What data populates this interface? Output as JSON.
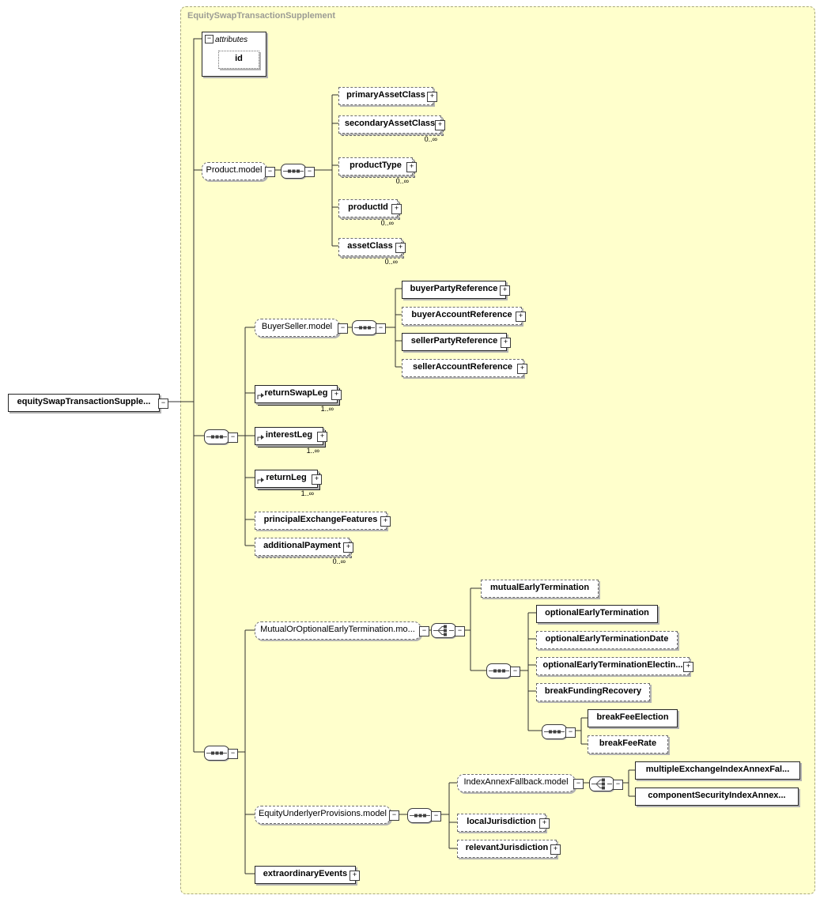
{
  "container": {
    "label": "EquitySwapTransactionSupplement"
  },
  "root": {
    "label": "equitySwapTransactionSupple..."
  },
  "attributes_group": {
    "label": "attributes",
    "id_attr": {
      "label": "id"
    }
  },
  "glyphs": {
    "expand": "+",
    "collapse": "−"
  },
  "occurs": {
    "zero_inf": "0..∞",
    "one_inf": "1..∞"
  },
  "colors": {
    "container_bg": "#ffffcc",
    "container_border": "#a9a97c",
    "wire": "#303030",
    "required_border": "#262626",
    "optional_border": "#6e6e6e",
    "shadow": "#b3b3b3"
  },
  "nodes": {
    "productModel": {
      "label": "Product.model"
    },
    "primaryAssetClass": {
      "label": "primaryAssetClass"
    },
    "secondaryAssetClass": {
      "label": "secondaryAssetClass"
    },
    "productType": {
      "label": "productType"
    },
    "productId": {
      "label": "productId"
    },
    "assetClass": {
      "label": "assetClass"
    },
    "buyerSellerModel": {
      "label": "BuyerSeller.model"
    },
    "buyerPartyReference": {
      "label": "buyerPartyReference"
    },
    "buyerAccountReference": {
      "label": "buyerAccountReference"
    },
    "sellerPartyReference": {
      "label": "sellerPartyReference"
    },
    "sellerAccountReference": {
      "label": "sellerAccountReference"
    },
    "returnSwapLeg": {
      "label": "returnSwapLeg"
    },
    "interestLeg": {
      "label": "interestLeg"
    },
    "returnLeg": {
      "label": "returnLeg"
    },
    "principalExchangeFeatures": {
      "label": "principalExchangeFeatures"
    },
    "additionalPayment": {
      "label": "additionalPayment"
    },
    "mutualOrOptionalEarlyTerminationModel": {
      "label": "MutualOrOptionalEarlyTermination.mo..."
    },
    "mutualEarlyTermination": {
      "label": "mutualEarlyTermination"
    },
    "optionalEarlyTermination": {
      "label": "optionalEarlyTermination"
    },
    "optionalEarlyTerminationDate": {
      "label": "optionalEarlyTerminationDate"
    },
    "optionalEarlyTerminationElection": {
      "label": "optionalEarlyTerminationElectin..."
    },
    "breakFundingRecovery": {
      "label": "breakFundingRecovery"
    },
    "breakFeeElection": {
      "label": "breakFeeElection"
    },
    "breakFeeRate": {
      "label": "breakFeeRate"
    },
    "equityUnderlyerProvisionsModel": {
      "label": "EquityUnderlyerProvisions.model"
    },
    "indexAnnexFallbackModel": {
      "label": "IndexAnnexFallback.model"
    },
    "multipleExchangeIndexAnnexFallback": {
      "label": "multipleExchangeIndexAnnexFal..."
    },
    "componentSecurityIndexAnnex": {
      "label": "componentSecurityIndexAnnex..."
    },
    "localJurisdiction": {
      "label": "localJurisdiction"
    },
    "relevantJurisdiction": {
      "label": "relevantJurisdiction"
    },
    "extraordinaryEvents": {
      "label": "extraordinaryEvents"
    }
  }
}
